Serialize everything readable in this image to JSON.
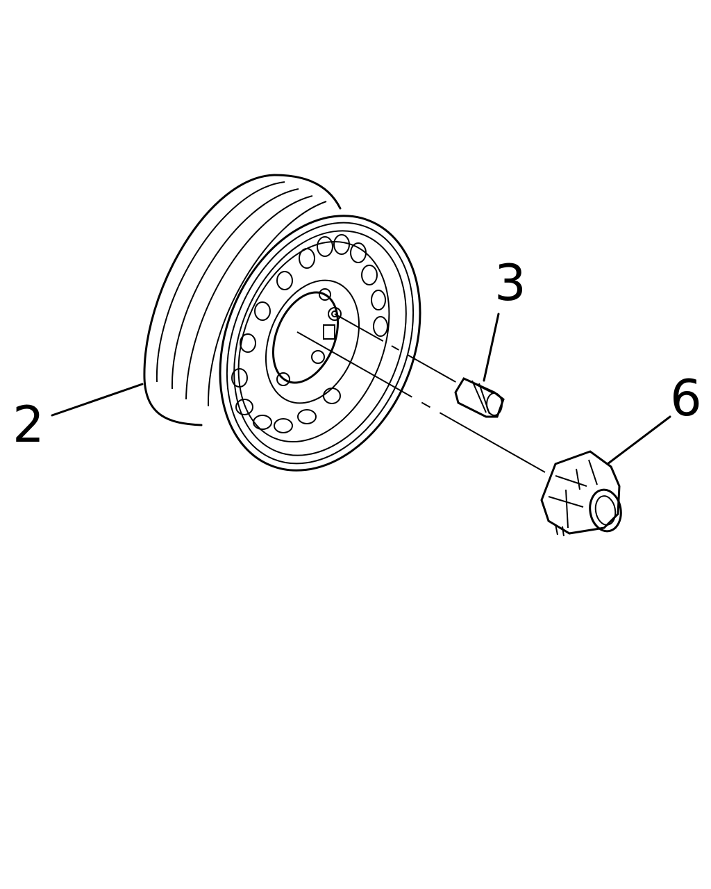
{
  "diagram": {
    "parts": [
      {
        "id": "2",
        "label": "2",
        "name": "steel-wheel-rim"
      },
      {
        "id": "3",
        "label": "3",
        "name": "lug-nut"
      },
      {
        "id": "6",
        "label": "6",
        "name": "center-hub-cap"
      }
    ],
    "colors": {
      "line": "#000000",
      "background": "#ffffff"
    }
  }
}
